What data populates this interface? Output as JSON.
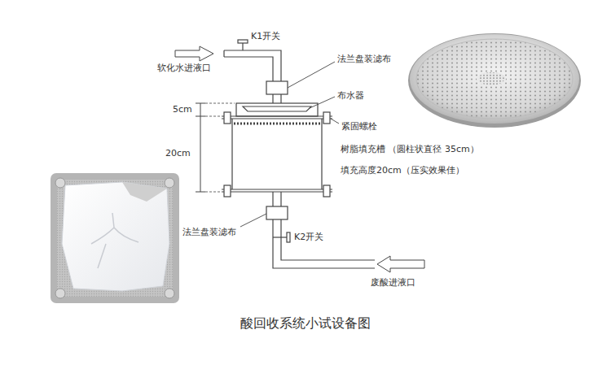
{
  "diagram": {
    "caption": "酸回收系统小试设备图",
    "labels": [
      "K1开关",
      "软化水进液口",
      "法兰盘装滤布",
      "布水器",
      "紧固螺栓",
      "5cm",
      "20cm",
      "树脂填充槽 （圆柱状直径 35cm）",
      "填充高度20cm（压实效果佳）",
      "法兰盘装滤布",
      "K2开关",
      "废酸进液口"
    ]
  }
}
